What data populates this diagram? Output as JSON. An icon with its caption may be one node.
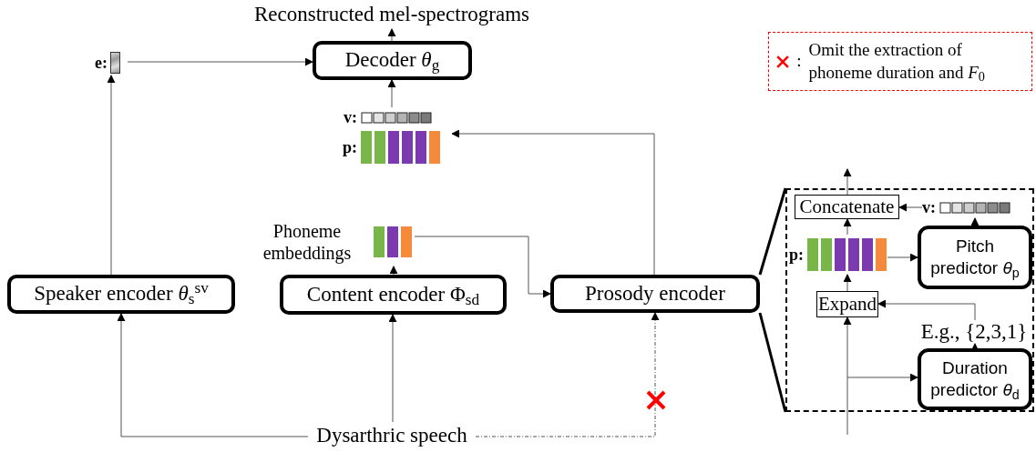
{
  "diagram": {
    "nodes": [
      {
        "text": [
          "Reconstructed mel-spectrograms"
        ]
      },
      {
        "text": [
          "Decoder *θ*$_{g}$"
        ]
      },
      {
        "text": [
          "e:"
        ]
      },
      {
        "text": [
          "v:",
          "p:"
        ]
      },
      {
        "text": [
          "Speaker encoder *θ*$_{s}$$^{sv}$"
        ]
      },
      {
        "text": [
          "Phoneme embeddings"
        ]
      },
      {
        "text": [
          "Content encoder Φ$_{sd}$"
        ]
      },
      {
        "text": [
          "Prosody encoder"
        ]
      },
      {
        "text": [
          "Dysarthric speech"
        ]
      },
      {
        "text": [],
        "shape": "box"
      },
      {
        "text": [
          "Concatenate"
        ],
        "in": 9
      },
      {
        "text": [
          "v:"
        ],
        "in": 9
      },
      {
        "text": [
          "p:"
        ],
        "in": 9
      },
      {
        "text": [
          "Pitch predictor *θ*$_{p}$"
        ],
        "in": 9
      },
      {
        "text": [
          "Expand"
        ],
        "in": 9
      },
      {
        "text": [
          "E.g., {2,3,1}"
        ],
        "in": 9
      },
      {
        "text": [
          "Duration predictor *θ*$_{d}$"
        ],
        "in": 9
      }
    ],
    "edges": [
      {
        "from": 1,
        "to": 0,
        "arrow": "to"
      },
      {
        "from": 2,
        "to": 1,
        "arrow": "to"
      },
      {
        "from": 3,
        "to": 1,
        "arrow": "to"
      },
      {
        "from": 7,
        "to": 3,
        "arrow": "to"
      },
      {
        "from": 4,
        "to": 2,
        "arrow": "to"
      },
      {
        "from": 6,
        "to": 5,
        "arrow": "to"
      },
      {
        "from": 5,
        "to": 7,
        "arrow": "to"
      },
      {
        "from": 8,
        "to": 4,
        "arrow": "to"
      },
      {
        "from": 8,
        "to": 6,
        "arrow": "to"
      },
      {
        "from": 8,
        "to": 7,
        "arrow": "to",
        "style": "dashed"
      },
      {
        "from": 7,
        "to": 9,
        "arrow": "none",
        "style": "thick"
      },
      {
        "from": 7,
        "to": 9,
        "arrow": "none",
        "style": "thick"
      },
      {
        "from": 10,
        "to": null,
        "arrow": "to"
      },
      {
        "from": 11,
        "to": 10,
        "arrow": "to"
      },
      {
        "from": 12,
        "to": 10,
        "arrow": "to"
      },
      {
        "from": 12,
        "to": 13,
        "arrow": "to"
      },
      {
        "from": 13,
        "to": 11,
        "arrow": "to"
      },
      {
        "from": 14,
        "to": 12,
        "arrow": "to"
      },
      {
        "from": 15,
        "to": 14,
        "arrow": "to"
      },
      {
        "from": 16,
        "to": 15,
        "arrow": "to"
      },
      {
        "from": null,
        "to": 14,
        "arrow": "to"
      },
      {
        "from": null,
        "to": 16,
        "arrow": "to"
      }
    ],
    "labels": [
      ":"
    ],
    "legend": [
      {
        "text": "Omit the extraction of phoneme duration and *F*$_{0}$"
      }
    ]
  }
}
